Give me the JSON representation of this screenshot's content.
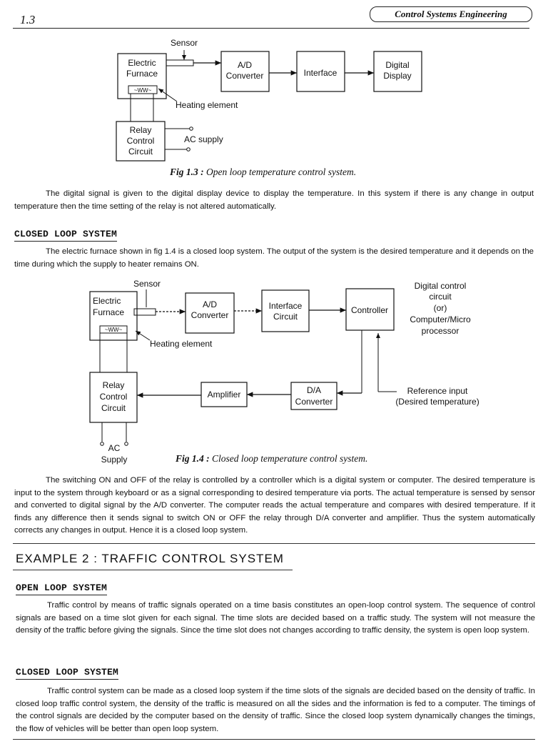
{
  "header": {
    "page_number": "1.3",
    "book_title": "Control Systems Engineering"
  },
  "fig13": {
    "sensor": "Sensor",
    "furnace_line1": "Electric",
    "furnace_line2": "Furnace",
    "heater_symbol": "~WW~",
    "heating_element": "Heating element",
    "adc_line1": "A/D",
    "adc_line2": "Converter",
    "interface": "Interface",
    "display_line1": "Digital",
    "display_line2": "Display",
    "relay_line1": "Relay",
    "relay_line2": "Control",
    "relay_line3": "Circuit",
    "ac_supply": "AC supply",
    "caption_label": "Fig 1.3 :",
    "caption_text": "Open loop temperature control system."
  },
  "para1": "The digital signal is given to the digital display device to display the temperature. In this system if there is any change in output temperature then the time setting of the relay is not altered automatically.",
  "closed_loop_heading": "CLOSED LOOP SYSTEM",
  "para2": "The electric furnace shown in fig 1.4 is a closed loop system. The output of the system is the desired temperature and it depends on the time during which the supply to heater remains ON.",
  "fig14": {
    "sensor": "Sensor",
    "furnace_line1": "Electric",
    "furnace_line2": "Furnace",
    "heater_symbol": "~WW~",
    "heating_element": "Heating element",
    "adc_line1": "A/D",
    "adc_line2": "Converter",
    "interface_line1": "Interface",
    "interface_line2": "Circuit",
    "controller": "Controller",
    "digital_ctrl_line1": "Digital control",
    "digital_ctrl_line2": "circuit",
    "digital_ctrl_line3": "(or)",
    "digital_ctrl_line4": "Computer/Micro",
    "digital_ctrl_line5": "processor",
    "dac_line1": "D/A",
    "dac_line2": "Converter",
    "amplifier": "Amplifier",
    "relay_line1": "Relay",
    "relay_line2": "Control",
    "relay_line3": "Circuit",
    "ref_line1": "Reference input",
    "ref_line2": "(Desired temperature)",
    "ac_line1": "AC",
    "ac_line2": "Supply",
    "caption_label": "Fig 1.4 :",
    "caption_text": "Closed loop temperature control system."
  },
  "para3": "The switching ON and OFF of the relay is controlled by a controller which is a digital system or computer. The desired temperature is input to the system through keyboard or as a signal corresponding to desired temperature via ports. The actual temperature is sensed by sensor and converted to digital signal by the A/D converter. The computer reads the actual temperature and compares with desired temperature. If it finds any difference then it sends signal to switch ON or OFF the relay through D/A converter and amplifier. Thus the system automatically corrects any changes in output. Hence it is a closed loop system.",
  "example_heading": "EXAMPLE 2 : TRAFFIC CONTROL SYSTEM",
  "open_loop_heading": "OPEN LOOP SYSTEM",
  "para4": "Traffic control by means of traffic signals operated on a time basis constitutes an open-loop control system. The sequence of control signals are based on a time slot given for each signal. The time slots are decided based on a traffic study. The system will not measure the density of the traffic before giving the signals. Since the time slot does not changes according to traffic density, the system is open loop system.",
  "closed_loop_heading2": "CLOSED LOOP SYSTEM",
  "para5": "Traffic control system can be made as a closed loop system if the time slots of the signals are decided based on the density of traffic. In closed loop traffic control system, the density of the traffic is measured on all the sides and the information is fed to a computer. The timings of the control signals are decided by the computer based on the density of traffic. Since the closed loop system dynamically changes the timings, the flow of vehicles will be better than open loop system."
}
